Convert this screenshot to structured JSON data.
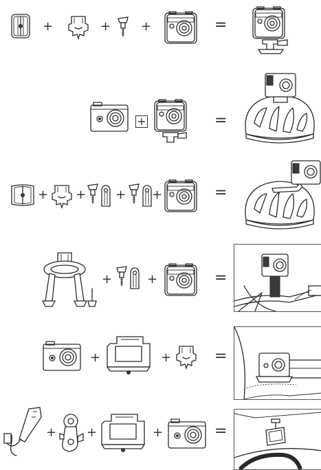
{
  "operators": {
    "plus": "+",
    "equals": "="
  },
  "steps": [
    {
      "id": "flat-adhesive-mount",
      "parts": [
        "flat-adhesive-mount-icon",
        "buckle-mount-icon",
        "thumb-screw-icon",
        "waterproof-case-icon"
      ],
      "result": "case-on-flat-mount-icon"
    },
    {
      "id": "helmet-top-mount",
      "parts": [
        "camera-icon",
        "waterproof-case-icon"
      ],
      "result": "helmet-top-icon"
    },
    {
      "id": "helmet-side-mount",
      "parts": [
        "curved-adhesive-mount-icon",
        "buckle-mount-icon",
        "screw-and-pivot-arm-icon",
        "screw-and-pivot-arm-icon",
        "waterproof-case-icon"
      ],
      "result": "helmet-side-icon"
    },
    {
      "id": "handlebar-mount",
      "parts": [
        "handlebar-mount-icon",
        "screw-and-pivot-arm-icon",
        "waterproof-case-icon"
      ],
      "result": "bike-handlebar-icon"
    },
    {
      "id": "strap-clip-mount",
      "parts": [
        "camera-icon",
        "clip-frame-icon",
        "buckle-mount-icon"
      ],
      "result": "strap-clip-result-icon"
    },
    {
      "id": "car-charger-mount",
      "parts": [
        "car-charger-icon",
        "suction-ball-joint-icon",
        "clip-frame-icon",
        "camera-icon"
      ],
      "result": "dashboard-result-icon"
    }
  ]
}
